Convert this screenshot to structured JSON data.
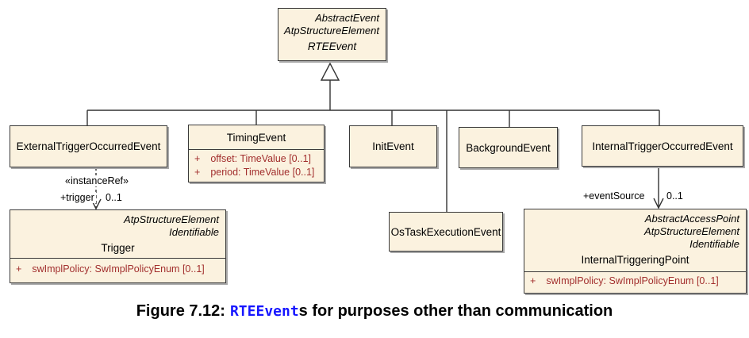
{
  "colors": {
    "box_fill": "#fbf2df",
    "box_border": "#3a3a3a",
    "box_shadow": "#a9a9a9",
    "attr_color": "#a22f2e",
    "line_color": "#333333",
    "caption_code_color": "#1616ff"
  },
  "classes": {
    "rteEvent": {
      "supertypes": [
        "AbstractEvent",
        "AtpStructureElement"
      ],
      "name": "RTEEvent"
    },
    "externalTrigger": {
      "name": "ExternalTriggerOccurredEvent"
    },
    "timingEvent": {
      "name": "TimingEvent",
      "attributes": [
        {
          "vis": "+",
          "text": "offset: TimeValue [0..1]"
        },
        {
          "vis": "+",
          "text": "period: TimeValue [0..1]"
        }
      ]
    },
    "initEvent": {
      "name": "InitEvent"
    },
    "backgroundEvent": {
      "name": "BackgroundEvent"
    },
    "internalTrigger": {
      "name": "InternalTriggerOccurredEvent"
    },
    "osTaskExecution": {
      "name": "OsTaskExecutionEvent"
    },
    "trigger": {
      "supertypes": [
        "AtpStructureElement",
        "Identifiable"
      ],
      "name": "Trigger",
      "attributes": [
        {
          "vis": "+",
          "text": "swImplPolicy: SwImplPolicyEnum [0..1]"
        }
      ]
    },
    "internalTriggeringPoint": {
      "supertypes": [
        "AbstractAccessPoint",
        "AtpStructureElement",
        "Identifiable"
      ],
      "name": "InternalTriggeringPoint",
      "attributes": [
        {
          "vis": "+",
          "text": "swImplPolicy: SwImplPolicyEnum [0..1]"
        }
      ]
    }
  },
  "relations": {
    "instanceRef": {
      "stereotype": "«instanceRef»",
      "role": "+trigger",
      "multiplicity": "0..1"
    },
    "eventSource": {
      "role": "+eventSource",
      "multiplicity": "0..1"
    }
  },
  "caption": {
    "prefix": "Figure 7.12:",
    "code": "RTEEvent",
    "suffix": "s for purposes other than communication"
  }
}
